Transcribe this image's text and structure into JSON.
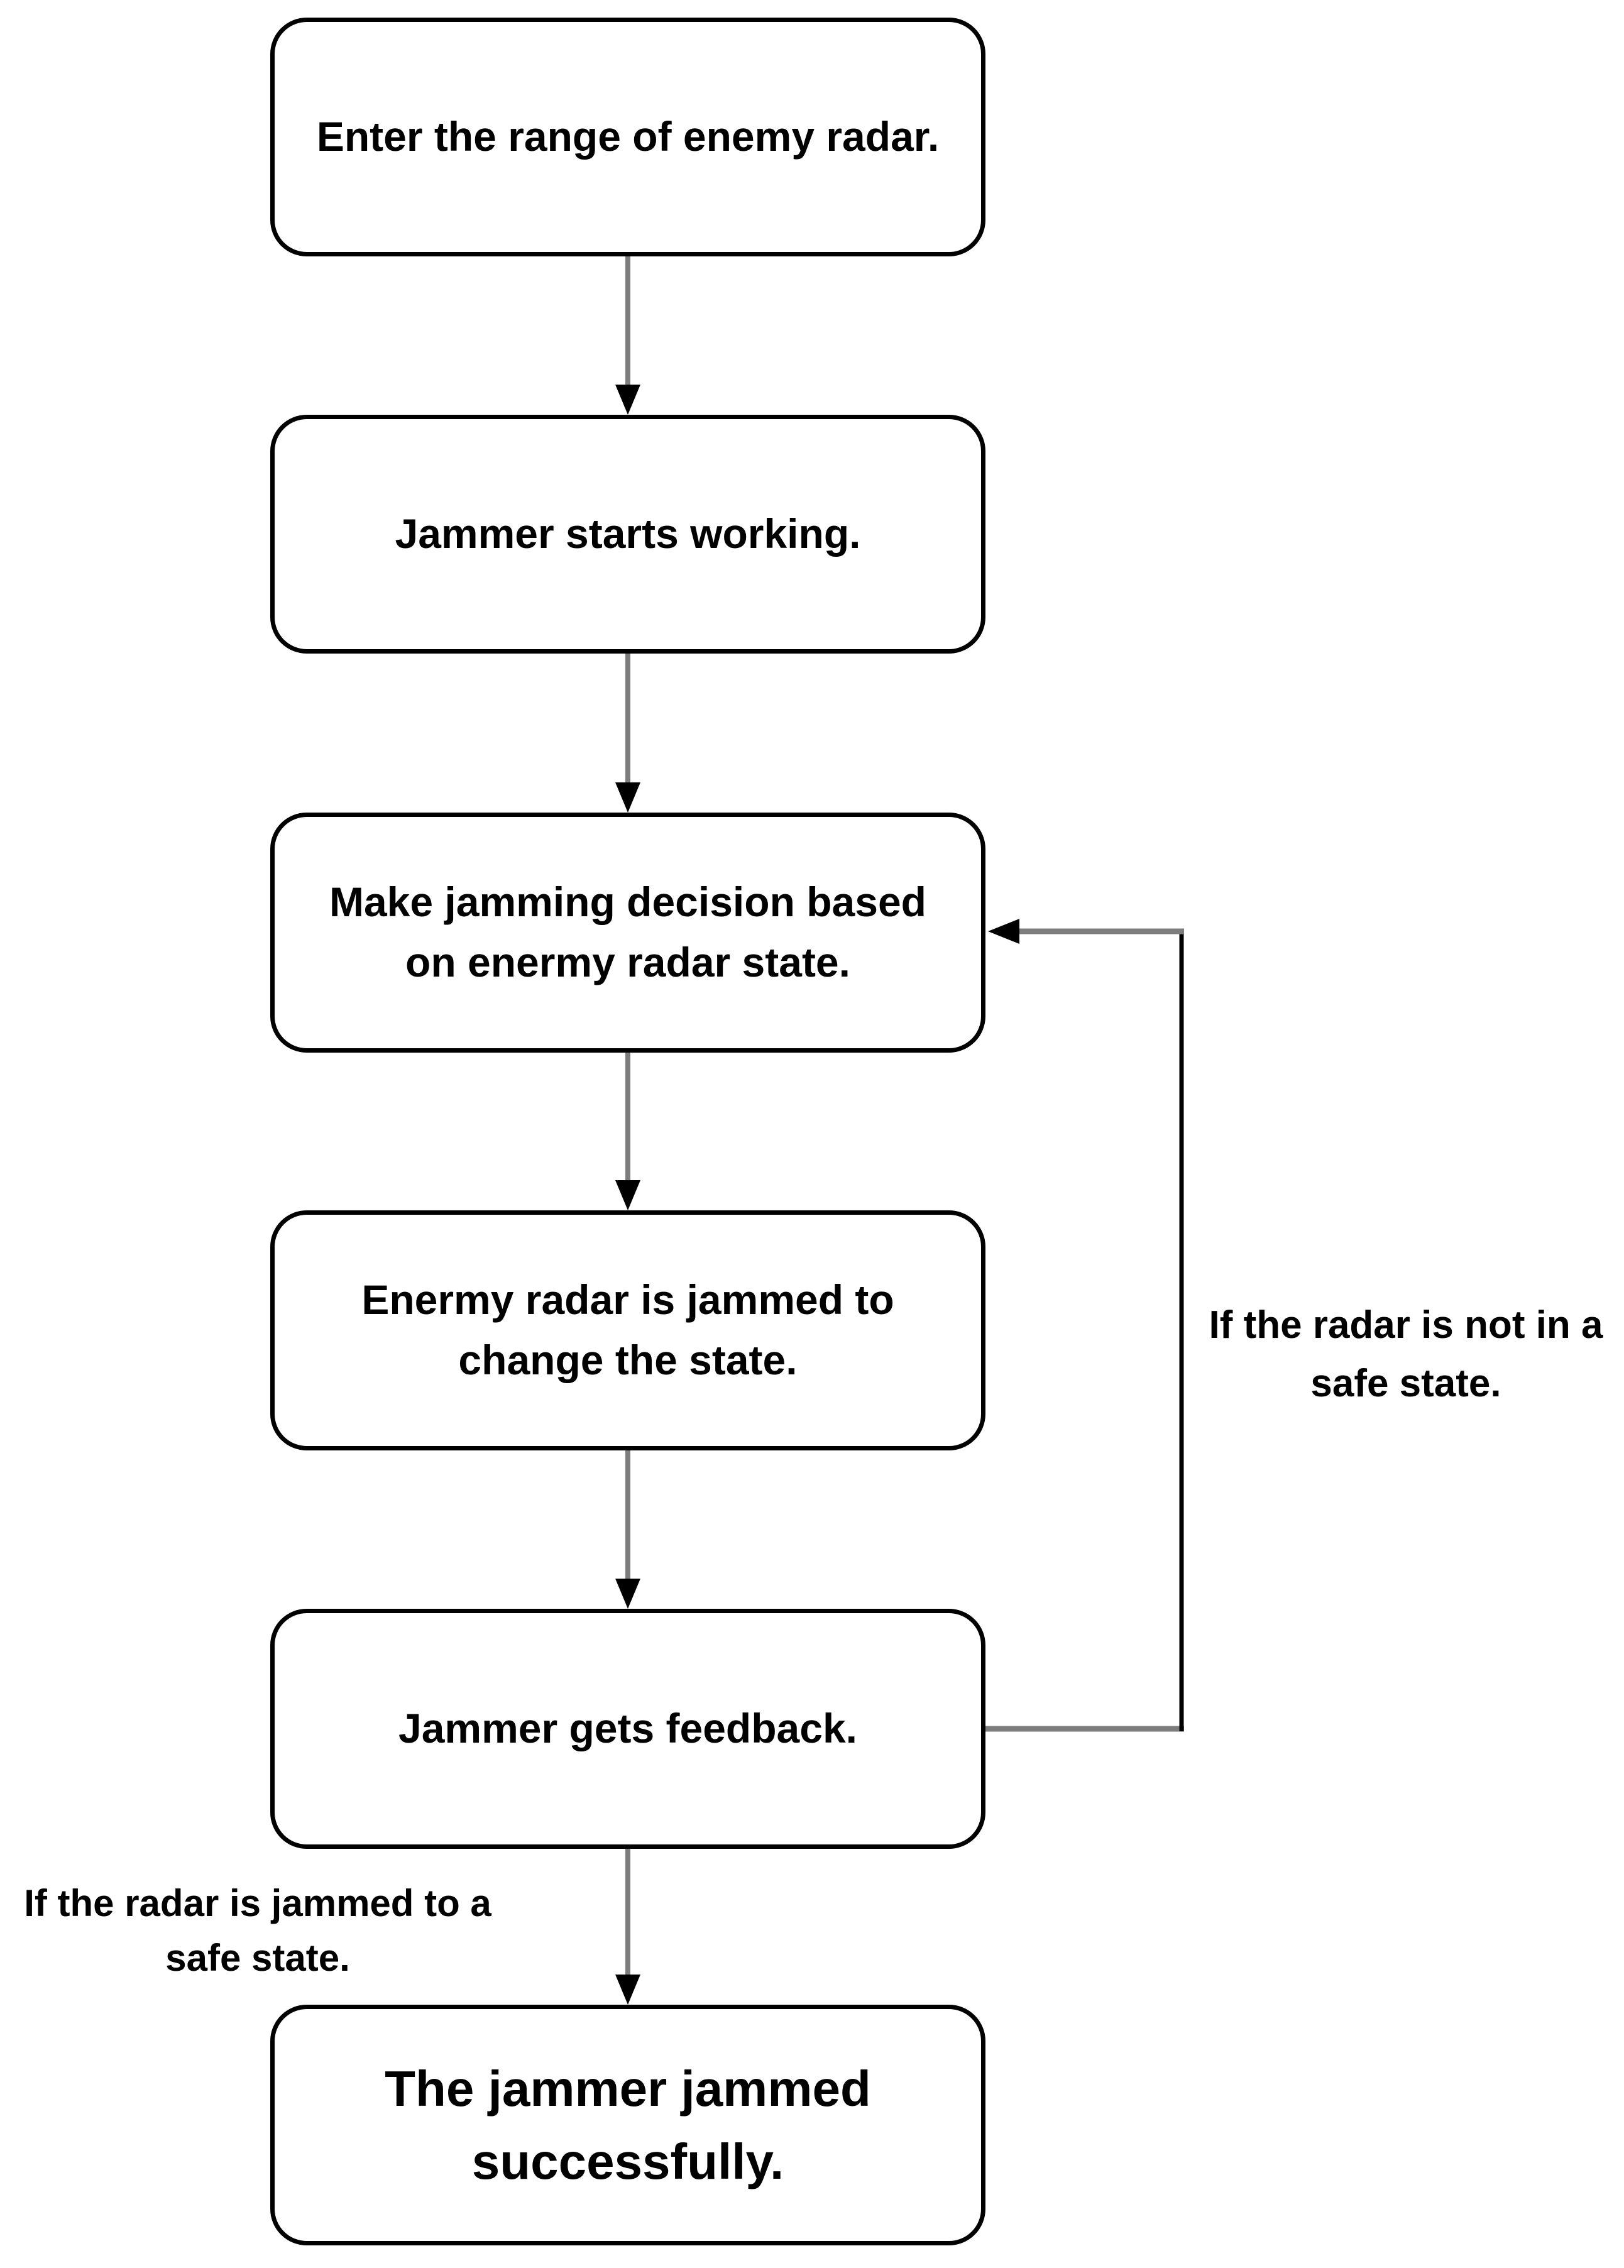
{
  "diagram": {
    "type": "flowchart",
    "background_color": "#ffffff",
    "node_border_color": "#000000",
    "node_fill_color": "#ffffff",
    "text_color": "#000000",
    "connector_color": "#808080",
    "arrowhead_color": "#000000",
    "nodes": [
      {
        "id": "start",
        "label": "Enter the range of enemy radar."
      },
      {
        "id": "jammer-starts",
        "label": "Jammer starts working."
      },
      {
        "id": "decision",
        "label": "Make jamming decision based on enermy radar state."
      },
      {
        "id": "radar-jammed",
        "label": "Enermy radar is jammed to change the state."
      },
      {
        "id": "feedback",
        "label": "Jammer gets feedback."
      },
      {
        "id": "success",
        "label": "The jammer jammed successfully."
      }
    ],
    "edges": [
      {
        "from": "start",
        "to": "jammer-starts",
        "label": ""
      },
      {
        "from": "jammer-starts",
        "to": "decision",
        "label": ""
      },
      {
        "from": "decision",
        "to": "radar-jammed",
        "label": ""
      },
      {
        "from": "radar-jammed",
        "to": "feedback",
        "label": ""
      },
      {
        "from": "feedback",
        "to": "decision",
        "label": "If the radar is not in a safe state."
      },
      {
        "from": "feedback",
        "to": "success",
        "label": "If the radar is jammed to a safe state."
      }
    ]
  }
}
